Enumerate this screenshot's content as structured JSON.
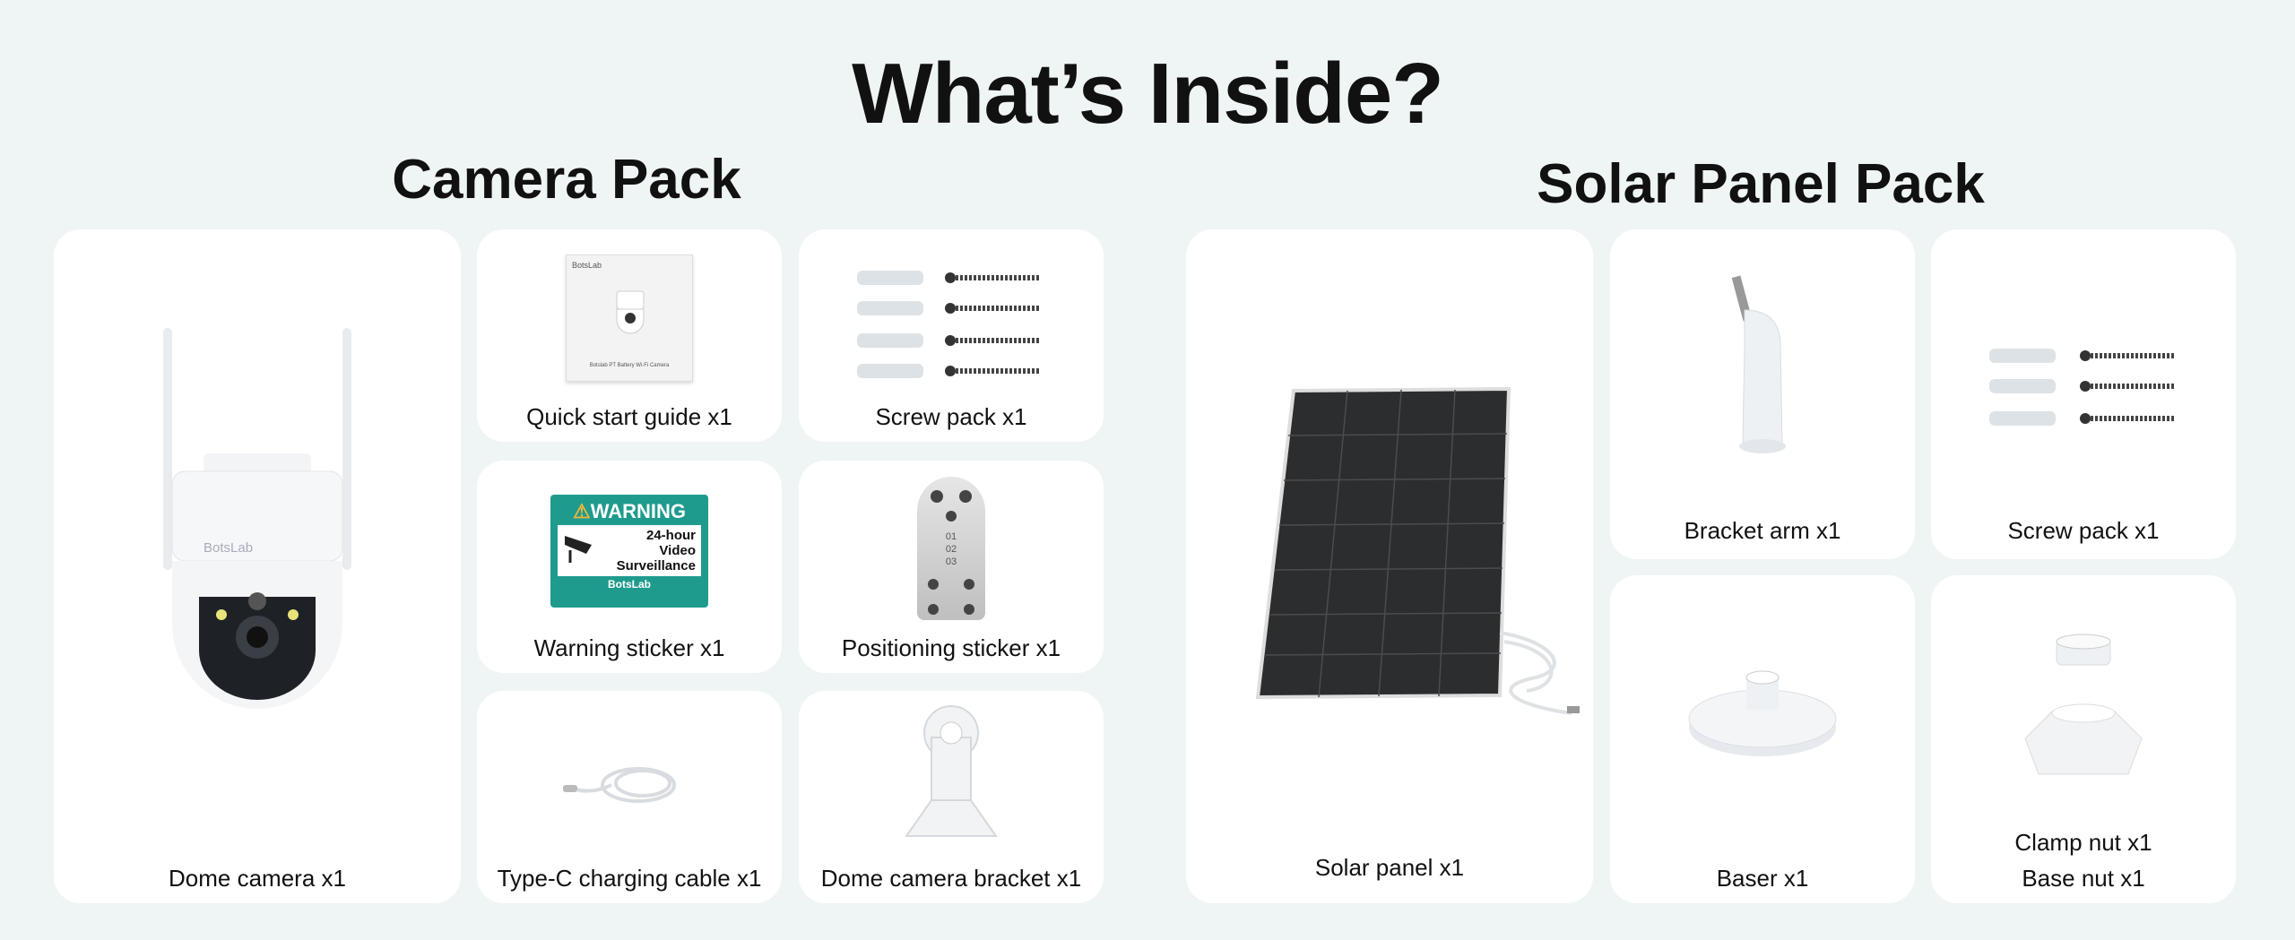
{
  "title": "What’s Inside?",
  "camera_pack": {
    "heading": "Camera Pack",
    "items": [
      {
        "label": "Dome camera x1",
        "brand": "BotsLab"
      },
      {
        "label": "Quick start guide x1",
        "brand": "BotsLab",
        "subtitle": "Botslab PT Battery Wi-Fi Camera"
      },
      {
        "label": "Screw pack x1"
      },
      {
        "label": "Warning sticker x1",
        "sticker_title": "WARNING",
        "sticker_text": [
          "24-hour",
          "Video",
          "Surveillance"
        ],
        "sticker_brand": "BotsLab"
      },
      {
        "label": "Positioning sticker x1",
        "marks": [
          "01",
          "02",
          "03"
        ]
      },
      {
        "label": "Type-C charging cable x1"
      },
      {
        "label": "Dome camera bracket x1"
      }
    ]
  },
  "solar_pack": {
    "heading": "Solar Panel Pack",
    "items": [
      {
        "label": "Solar panel x1"
      },
      {
        "label": "Bracket arm x1"
      },
      {
        "label": "Screw pack x1"
      },
      {
        "label": "Baser x1"
      },
      {
        "label": "Clamp nut x1",
        "label2": "Base nut x1"
      }
    ]
  }
}
